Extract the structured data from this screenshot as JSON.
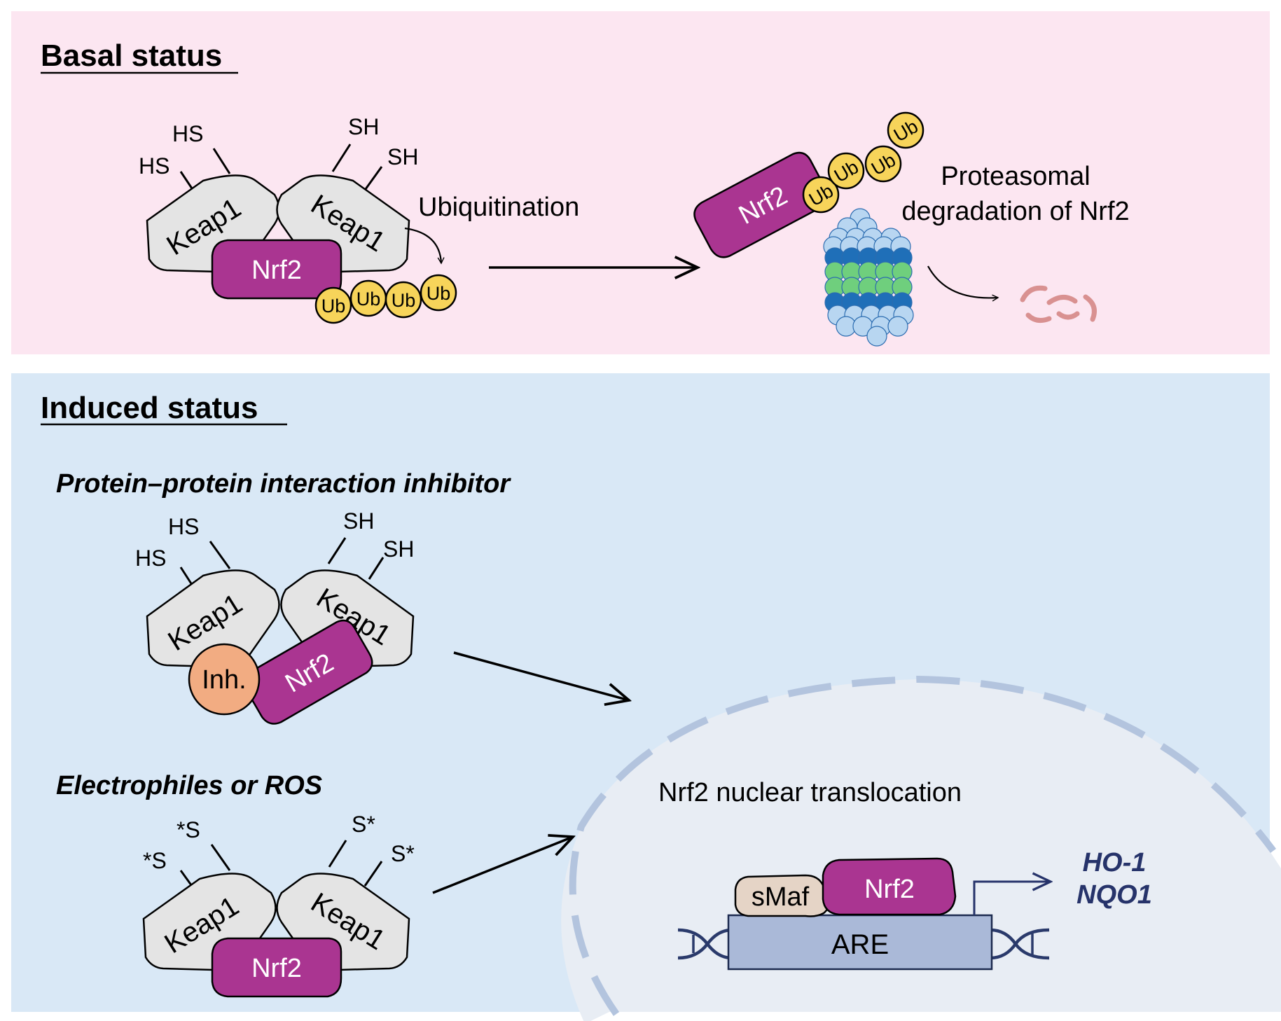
{
  "colors": {
    "basal_bg": "#fce6f1",
    "induced_bg": "#d9e8f6",
    "nucleus_fill": "#e8edf4",
    "nucleus_border": "#b3c4de",
    "keap1": "#e4e4e4",
    "nrf2": "#aa3591",
    "ub": "#f7d45a",
    "inhibitor": "#f2ac82",
    "smaf": "#e5d4c6",
    "are": "#aab9d8",
    "dna": "#2a3a6b",
    "gene_text": "#26336a",
    "proteasome_light": "#b8d6f1",
    "proteasome_dark": "#1f6fb8",
    "proteasome_green": "#6fcf7d",
    "fragments": "#d99191"
  },
  "basal": {
    "title": "Basal status",
    "complex": {
      "keap1_left": "Keap1",
      "keap1_right": "Keap1",
      "nrf2": "Nrf2",
      "thiols": [
        "HS",
        "HS",
        "SH",
        "SH"
      ],
      "ub": [
        "Ub",
        "Ub",
        "Ub",
        "Ub"
      ]
    },
    "ubiquitination_label": "Ubiquitination",
    "tagged_nrf2": "Nrf2",
    "tagged_ub": [
      "Ub",
      "Ub",
      "Ub",
      "Ub"
    ],
    "degradation_label_line1": "Proteasomal",
    "degradation_label_line2": "degradation of Nrf2"
  },
  "induced": {
    "title": "Induced status",
    "ppi": {
      "title": "Protein–protein interaction inhibitor",
      "keap1_left": "Keap1",
      "keap1_right": "Keap1",
      "nrf2": "Nrf2",
      "inhibitor": "Inh.",
      "thiols": [
        "HS",
        "HS",
        "SH",
        "SH"
      ]
    },
    "electrophile": {
      "title": "Electrophiles or ROS",
      "keap1_left": "Keap1",
      "keap1_right": "Keap1",
      "nrf2": "Nrf2",
      "thiols": [
        "*S",
        "*S",
        "S*",
        "S*"
      ]
    },
    "nucleus": {
      "label": "Nrf2 nuclear translocation",
      "smaf": "sMaf",
      "nrf2": "Nrf2",
      "are": "ARE",
      "genes": [
        "HO-1",
        "NQO1"
      ]
    }
  }
}
